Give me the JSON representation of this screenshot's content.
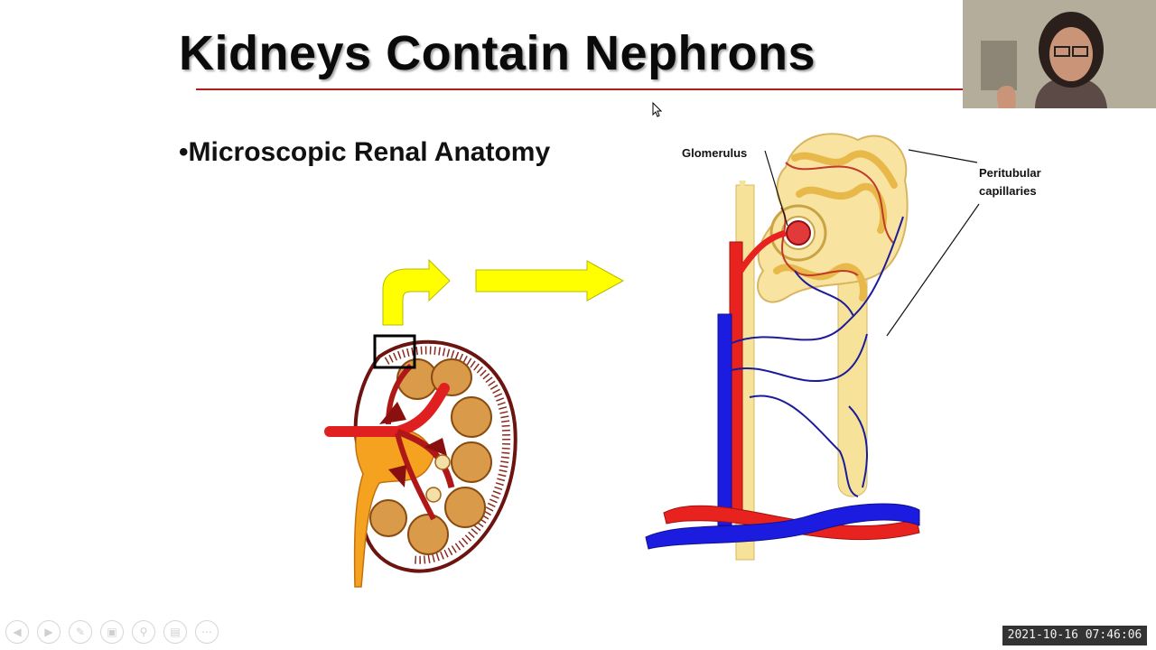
{
  "slide": {
    "title": "Kidneys Contain Nephrons",
    "bullet": "•Microscopic Renal Anatomy",
    "labels": {
      "glomerulus": "Glomerulus",
      "peritubular": "Peritubular capillaries"
    }
  },
  "toolbar": {
    "buttons": [
      {
        "icon": "previous-icon"
      },
      {
        "icon": "next-icon"
      },
      {
        "icon": "pen-icon"
      },
      {
        "icon": "slides-icon"
      },
      {
        "icon": "zoom-icon"
      },
      {
        "icon": "subtitles-icon"
      },
      {
        "icon": "more-icon"
      }
    ]
  },
  "recording": {
    "timestamp": "2021-10-16  07:46:06"
  },
  "colors": {
    "title_rule": "#b01e1e",
    "arrow_yellow": "#ffff00",
    "artery_red": "#e8231f",
    "vein_blue": "#1c1ce0",
    "tubule_yellow": "#f5dd8a"
  }
}
